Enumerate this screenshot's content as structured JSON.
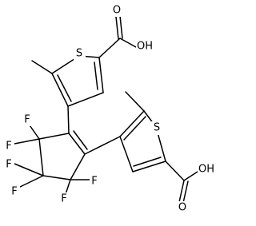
{
  "molecule": {
    "atoms": [
      {
        "id": "o1",
        "name": "carbonyl-oxygen-top",
        "label": "O"
      },
      {
        "id": "oh1",
        "name": "hydroxyl-top",
        "label": "OH"
      },
      {
        "id": "s1",
        "name": "sulfur-top",
        "label": "S"
      },
      {
        "id": "s2",
        "name": "sulfur-bottom",
        "label": "S"
      },
      {
        "id": "oh2",
        "name": "hydroxyl-bottom",
        "label": "OH"
      },
      {
        "id": "o2",
        "name": "carbonyl-oxygen-bottom",
        "label": "O"
      },
      {
        "id": "f1",
        "name": "fluorine-1",
        "label": "F"
      },
      {
        "id": "f2",
        "name": "fluorine-2",
        "label": "F"
      },
      {
        "id": "f3",
        "name": "fluorine-3",
        "label": "F"
      },
      {
        "id": "f4",
        "name": "fluorine-4",
        "label": "F"
      },
      {
        "id": "f5",
        "name": "fluorine-5",
        "label": "F"
      },
      {
        "id": "f6",
        "name": "fluorine-6",
        "label": "F"
      }
    ]
  },
  "colors": {
    "bond": "#000000",
    "label": "#000000",
    "background": "#ffffff"
  }
}
